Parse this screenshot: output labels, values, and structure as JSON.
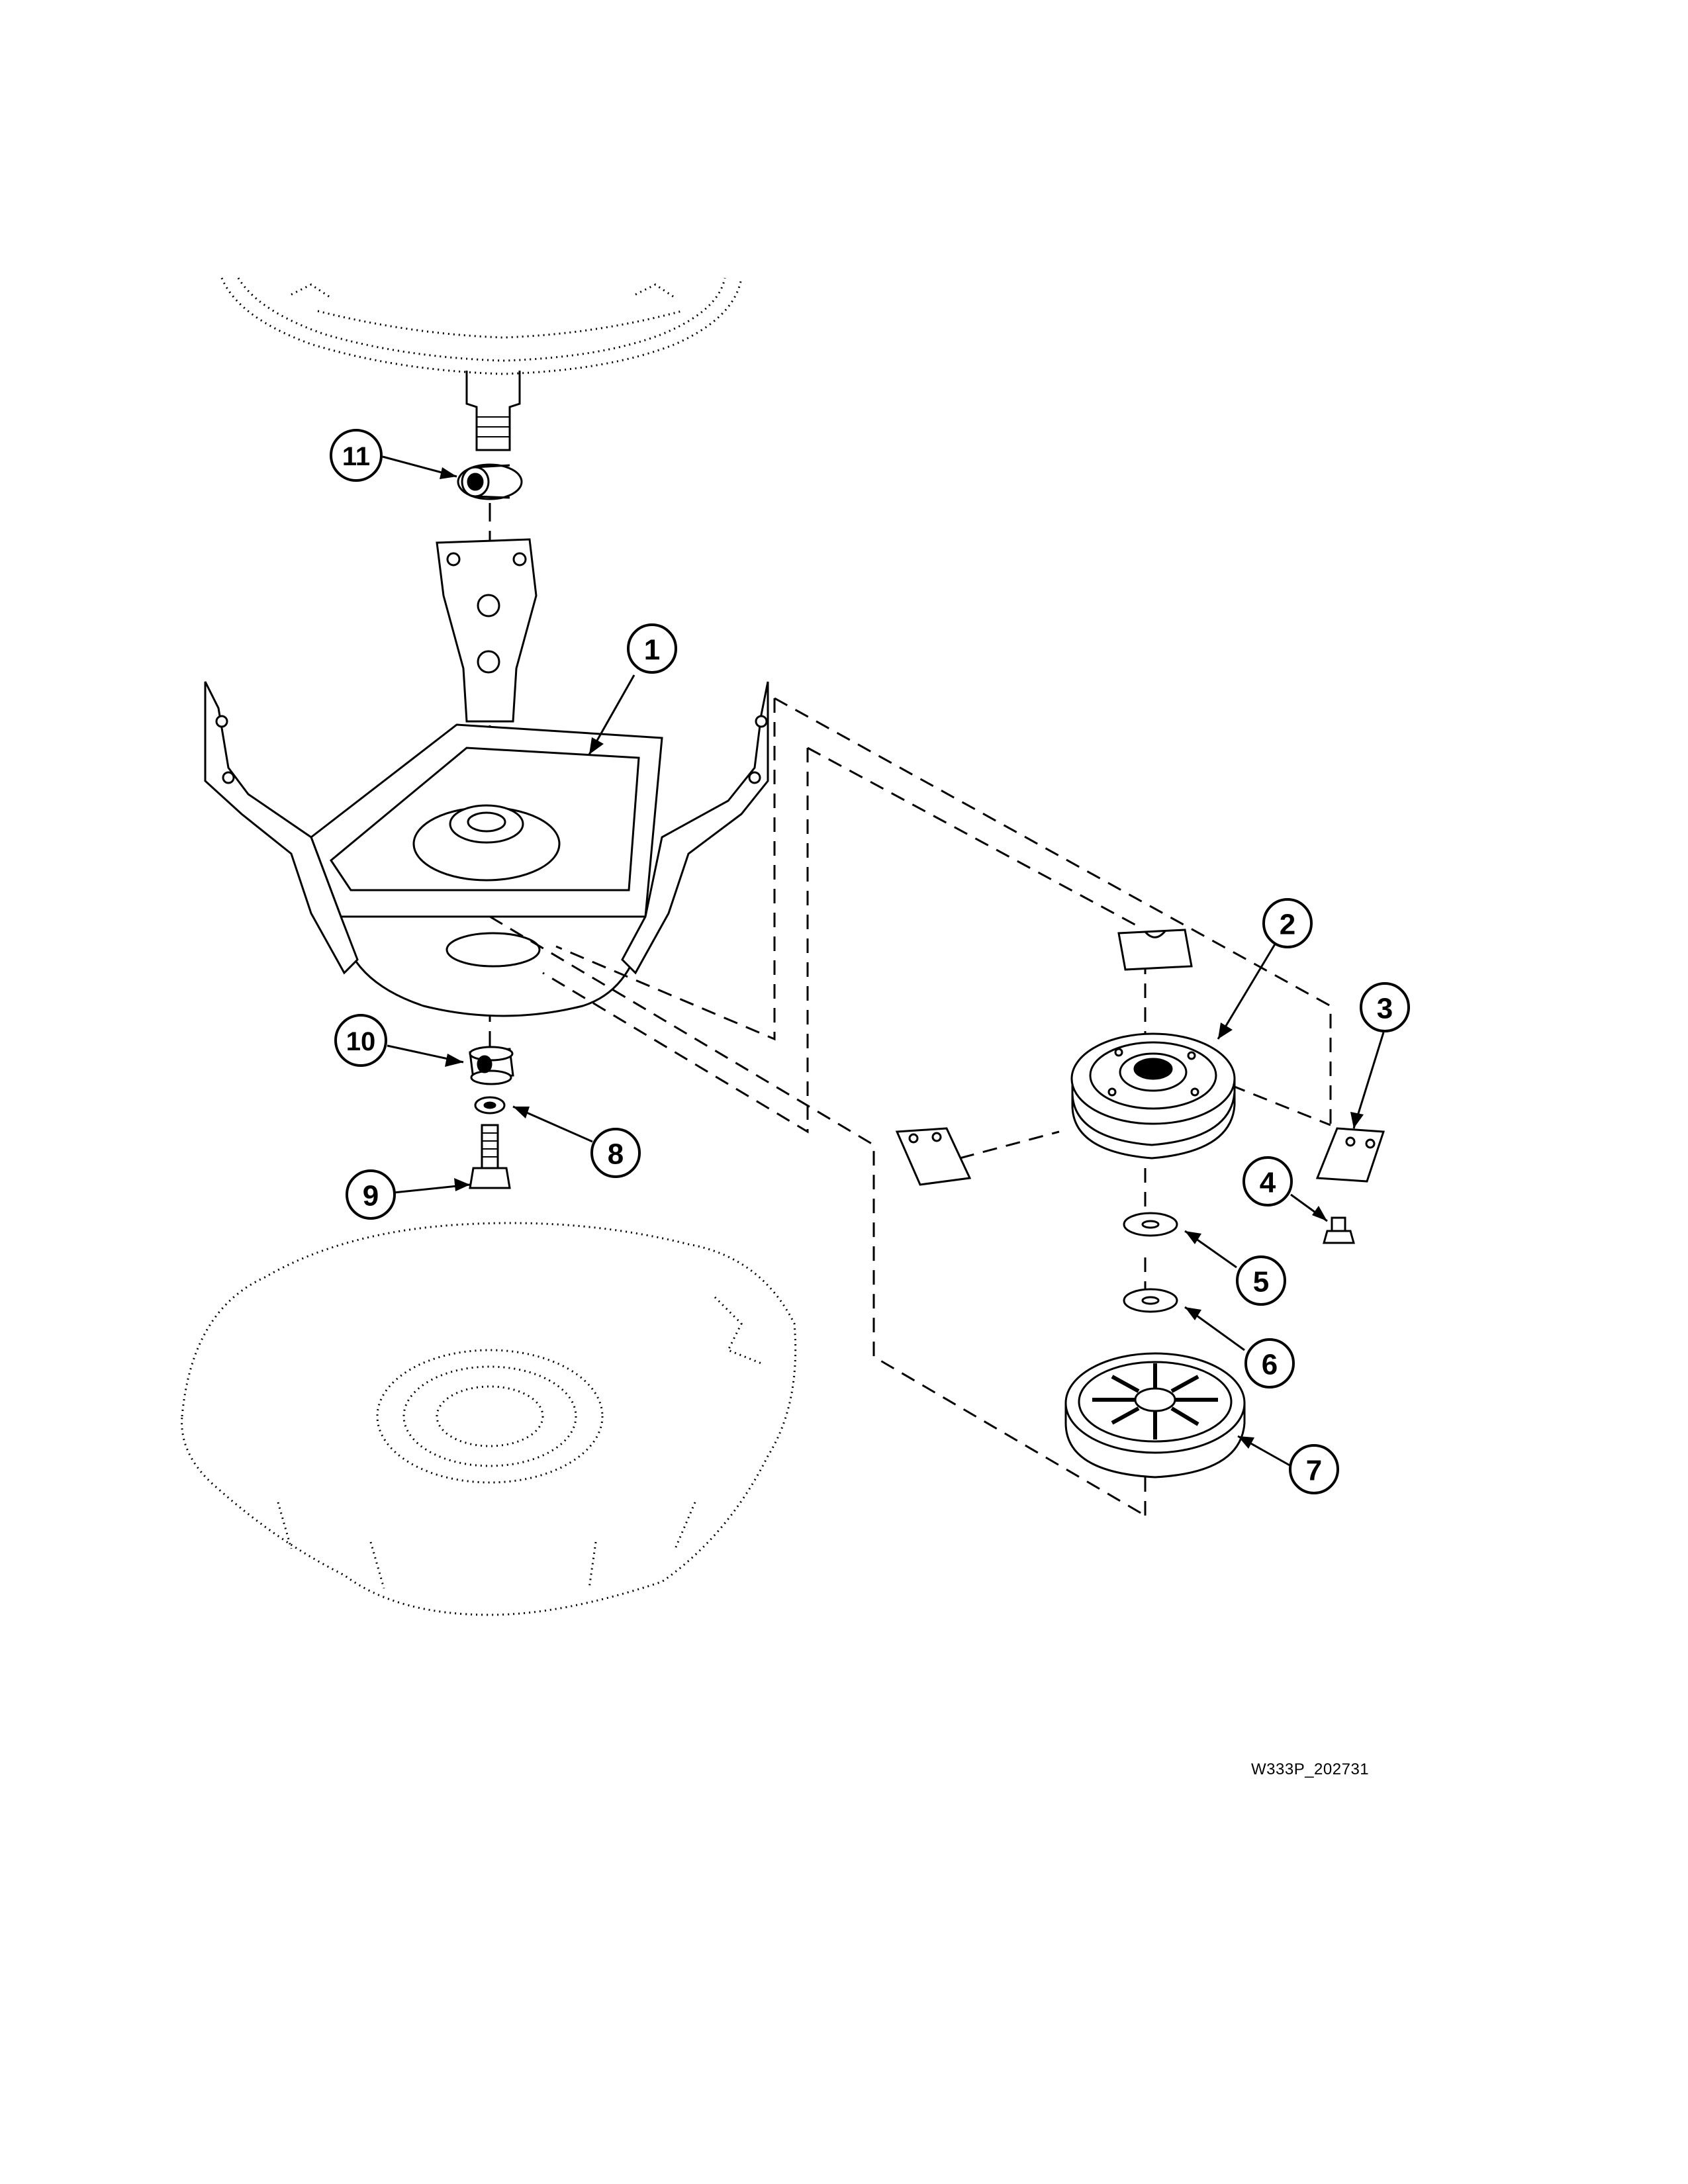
{
  "drawing_code": "W333P_202731",
  "callouts": [
    "1",
    "2",
    "3",
    "4",
    "5",
    "6",
    "7",
    "8",
    "9",
    "10",
    "11"
  ],
  "colors": {
    "ink": "#000000",
    "paper": "#ffffff"
  },
  "parts": [
    "outer-tub-outline",
    "stud",
    "bearing",
    "mount-bracket",
    "pulley-2",
    "pad",
    "screw",
    "washer",
    "drive-pulley-7",
    "cabinet-base-outline"
  ]
}
